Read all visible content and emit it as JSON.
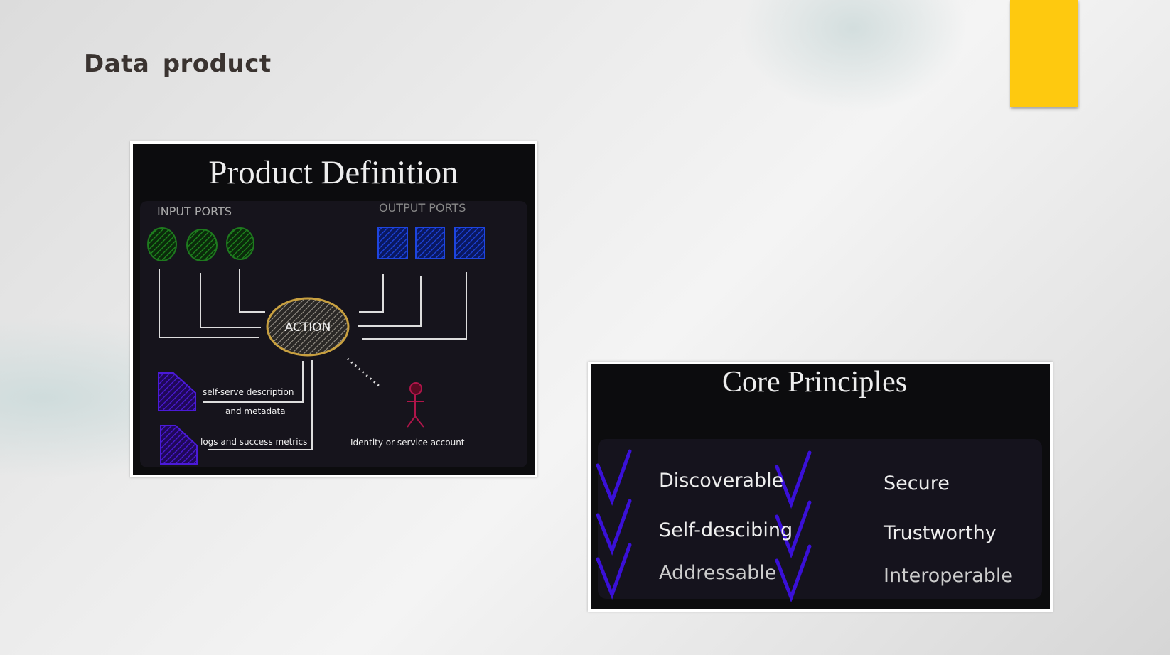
{
  "slide": {
    "title": "Data  product",
    "accent_color": "#fec90f"
  },
  "product_definition": {
    "title": "Product Definition",
    "input_ports_label": "INPUT PORTS",
    "output_ports_label": "OUTPUT PORTS",
    "action_label": "ACTION",
    "metadata_label_line1": "self-serve description",
    "metadata_label_line2": "and metadata",
    "logs_label": "logs and success metrics",
    "identity_label": "Identity or service account"
  },
  "core_principles": {
    "title": "Core Principles",
    "check_color": "#3a10d8",
    "items": [
      "Discoverable",
      "Secure",
      "Self-descibing",
      "Trustworthy",
      "Addressable",
      "Interoperable"
    ]
  }
}
